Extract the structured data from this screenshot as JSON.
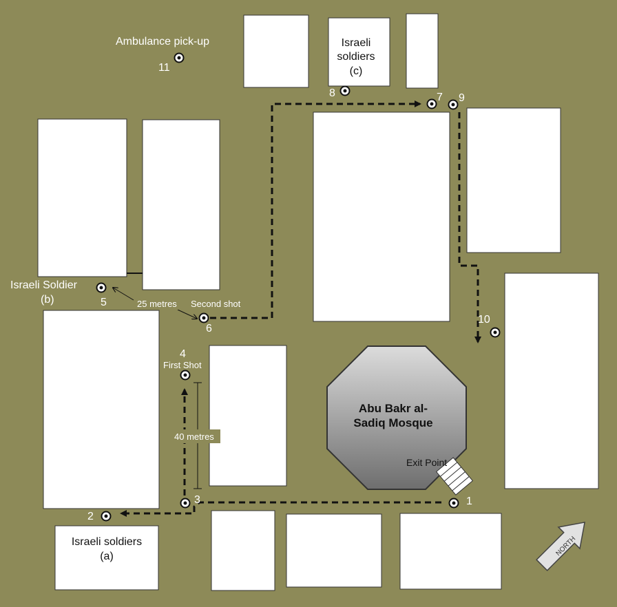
{
  "labels": {
    "ambulance": "Ambulance pick-up",
    "soldier_b_line1": "Israeli Soldier",
    "soldier_b_line2": "(b)",
    "soldiers_c_line1": "Israeli",
    "soldiers_c_line2": "soldiers",
    "soldiers_c_line3": "(c)",
    "soldiers_a_line1": "Israeli soldiers",
    "soldiers_a_line2": "(a)",
    "mosque_line1": "Abu Bakr al-",
    "mosque_line2": "Sadiq Mosque",
    "exit_point": "Exit Point",
    "first_shot": "First Shot",
    "second_shot": "Second shot",
    "dist_25": "25 metres",
    "dist_40": "40 metres",
    "north": "NORTH"
  },
  "points": {
    "p1": "1",
    "p2": "2",
    "p3": "3",
    "p4": "4",
    "p5": "5",
    "p6": "6",
    "p7": "7",
    "p8": "8",
    "p9": "9",
    "p10": "10",
    "p11": "11"
  },
  "colors": {
    "ground": "#8d8a58",
    "building": "#ffffff",
    "route": "#111111",
    "text_light": "#ffffff"
  }
}
